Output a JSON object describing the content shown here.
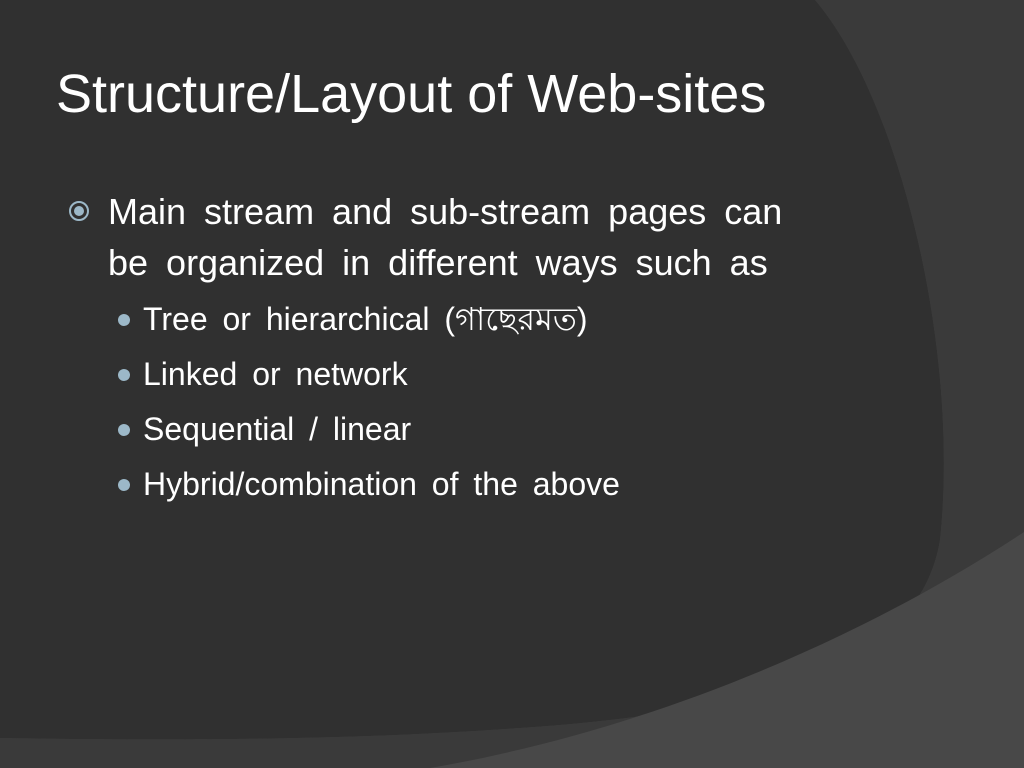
{
  "slide": {
    "title": "Structure/Layout of Web-sites",
    "main_bullet": "Main stream and sub-stream pages can be organized in different ways such as",
    "sub_bullets": [
      "Tree or hierarchical (গাছেরমত)",
      "Linked or network",
      "Sequential / linear",
      "Hybrid/combination of the above"
    ]
  },
  "colors": {
    "background": "#3f3f3f",
    "panel": "#303030",
    "text": "#ffffff",
    "bullet_accent": "#9cb8c8"
  },
  "icons": {
    "main_bullet": "circled-dot-icon",
    "sub_bullet": "filled-dot-icon"
  }
}
